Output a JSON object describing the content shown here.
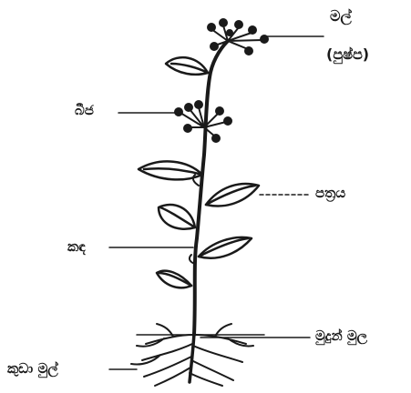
{
  "labels": {
    "flower": "මල්",
    "flower_alt": "(පුෂ්ප)",
    "seed": "බීජ",
    "leaf": "පත්‍රය",
    "stem": "කඳ",
    "tap_root": "මුදුන් මුල",
    "fibrous_root": "කුඩා මුල්"
  },
  "colors": {
    "ink": "#1a1a1a",
    "background": "#ffffff"
  }
}
